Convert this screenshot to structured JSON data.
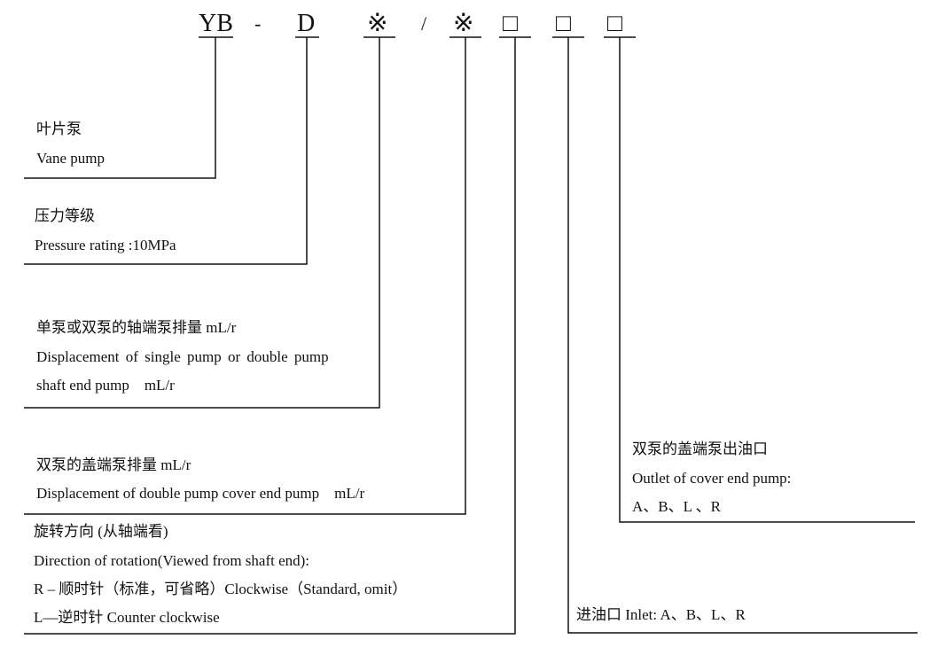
{
  "code": {
    "yb": "YB",
    "dash": "-",
    "d": "D",
    "x1": "※",
    "slash": "/",
    "x2": "※",
    "box1": "□",
    "box2": "□",
    "box3": "□"
  },
  "labels": {
    "vane_cn": "叶片泵",
    "vane_en": "Vane pump",
    "pressure_cn": "压力等级",
    "pressure_en": "Pressure rating :10MPa",
    "shaft_cn": "单泵或双泵的轴端泵排量 mL/r",
    "shaft_en1": "Displacement of single pump or double pump",
    "shaft_en2": "shaft end pump    mL/r",
    "cover_cn": "双泵的盖端泵排量 mL/r",
    "cover_en": "Displacement of double pump cover end pump    mL/r",
    "rot_cn": "旋转方向 (从轴端看)",
    "rot_en": "Direction of rotation(Viewed from shaft end):",
    "rot_r": "R – 顺时针（标准，可省略）Clockwise（Standard, omit）",
    "rot_l": "L—逆时针 Counter clockwise",
    "inlet": "进油口 Inlet: A、B、L、R",
    "outlet_cn": "双泵的盖端泵出油口",
    "outlet_en": "Outlet of cover end pump:",
    "outlet_opts": "A、B、L 、R"
  }
}
